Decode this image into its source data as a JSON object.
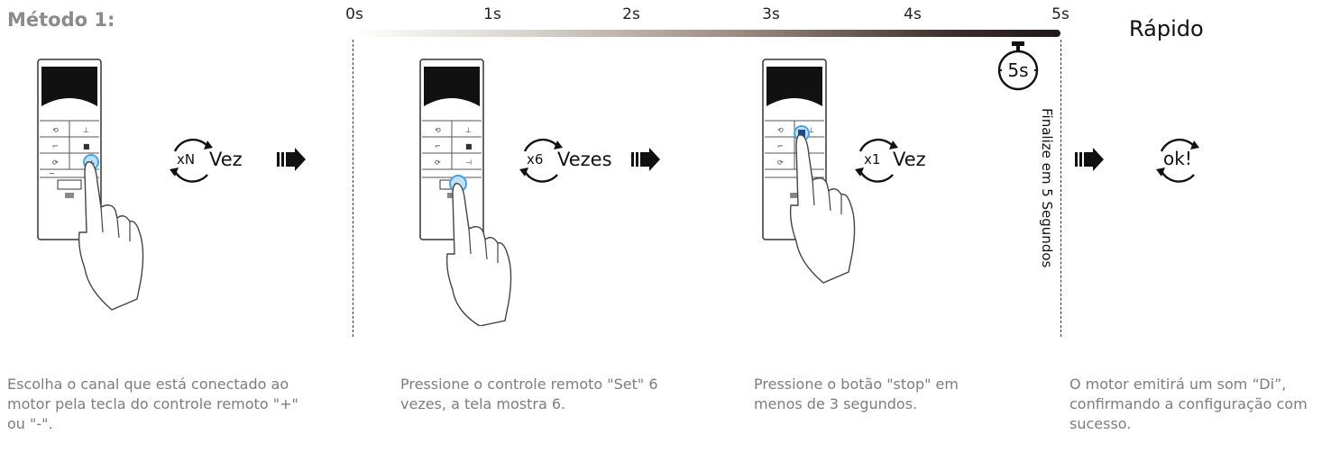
{
  "title": "Método 1:",
  "speed_label": "Rápido",
  "timeline": {
    "ticks": [
      "0s",
      "1s",
      "2s",
      "3s",
      "4s",
      "5s"
    ]
  },
  "timer": {
    "label": "5s"
  },
  "finalize_text": "Finalize em 5 Segundos",
  "steps": [
    {
      "count_badge": "xN",
      "count_label": "Vez",
      "caption": "Escolha o canal que está conectado ao motor pela tecla do controle remoto \"+\" ou \"-\"."
    },
    {
      "count_badge": "x6",
      "count_label": "Vezes",
      "caption": "Pressione o controle remoto \"Set\" 6 vezes, a tela mostra 6."
    },
    {
      "count_badge": "x1",
      "count_label": "Vez",
      "caption": "Pressione o botão \"stop\" em menos de 3 segundos."
    },
    {
      "ok_label": "ok!",
      "caption": "O motor emitirá um som “Di”, confirmando a configuração com sucesso."
    }
  ],
  "colors": {
    "accent_blue": "#4aa3e6",
    "highlight": "#bfe0f7",
    "text_gray": "#7d7d7d"
  },
  "icons": [
    "remote-control-icon",
    "hand-pointer-icon",
    "repeat-arrows-icon",
    "right-arrow-icon",
    "stopwatch-icon"
  ]
}
